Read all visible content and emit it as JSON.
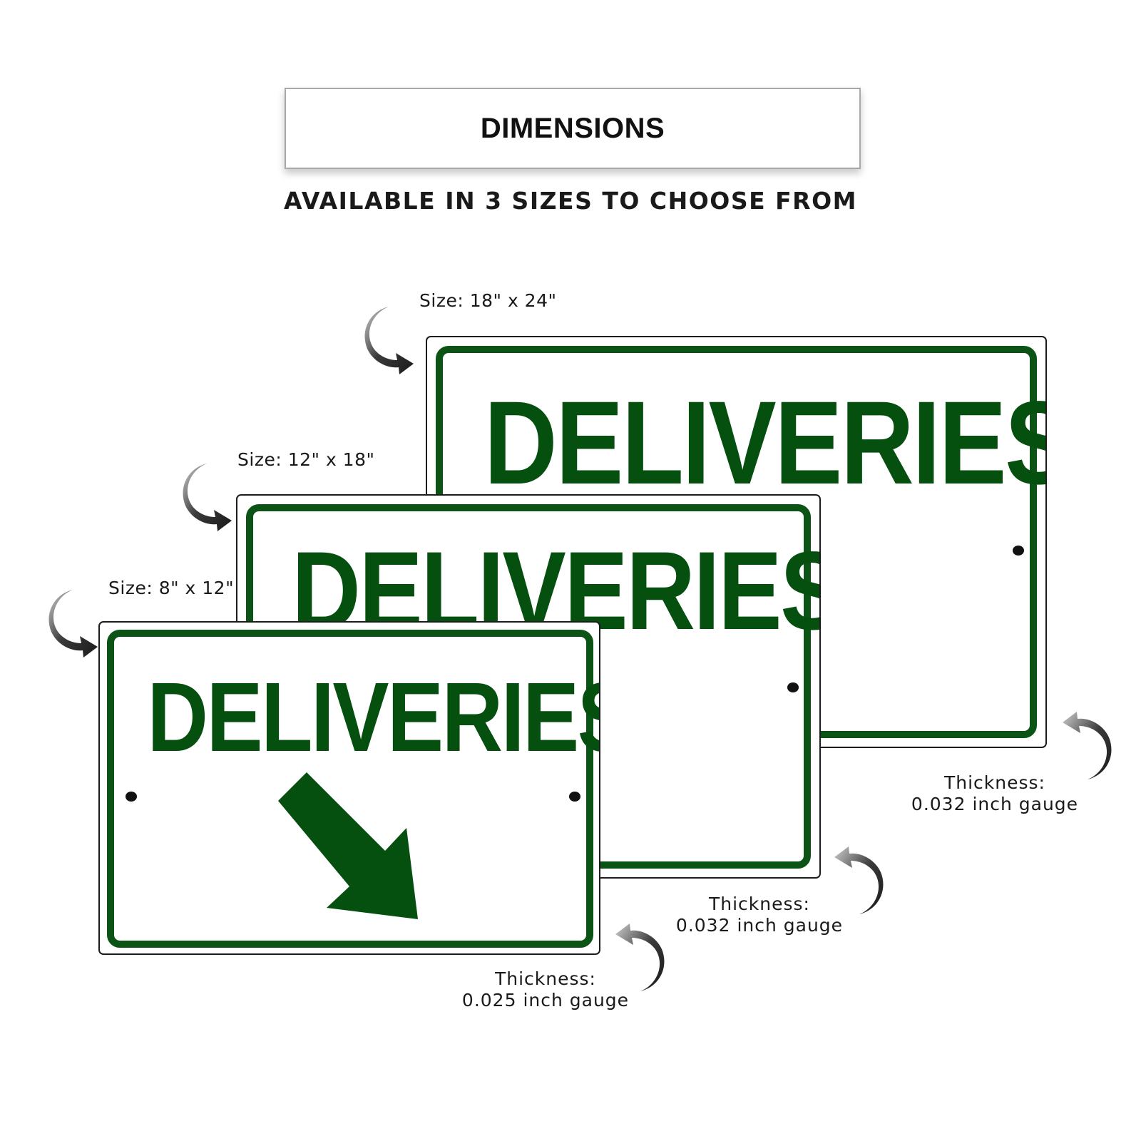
{
  "header": {
    "title": "DIMENSIONS",
    "subtitle": "AVAILABLE IN 3 SIZES TO CHOOSE FROM"
  },
  "colors": {
    "sign_green": "#0b5416",
    "text_dark": "#111111"
  },
  "signs": [
    {
      "size_label": "Size: 18\" x 24\"",
      "text": "DELIVERIES",
      "thickness_title": "Thickness:",
      "thickness_value": "0.032 inch gauge"
    },
    {
      "size_label": "Size: 12\" x 18\"",
      "text": "DELIVERIES",
      "thickness_title": "Thickness:",
      "thickness_value": "0.032 inch gauge"
    },
    {
      "size_label": "Size: 8\" x 12\"",
      "text": "DELIVERIES",
      "thickness_title": "Thickness:",
      "thickness_value": "0.025 inch gauge",
      "arrow": "down-right-arrow"
    }
  ]
}
